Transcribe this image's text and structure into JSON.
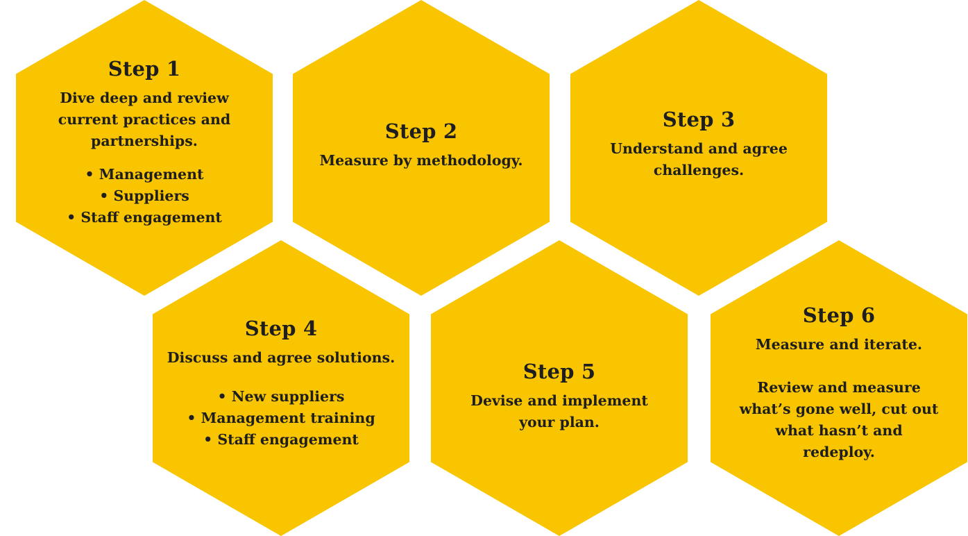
{
  "steps": [
    {
      "title": "Step 1",
      "lines": [
        "Dive deep and review",
        "current practices and",
        "partnerships."
      ],
      "bullets": [
        "Management",
        "Suppliers",
        "Staff engagement"
      ]
    },
    {
      "title": "Step 2",
      "lines": [
        "Measure by methodology."
      ]
    },
    {
      "title": "Step 3",
      "lines": [
        "Understand and agree",
        "challenges."
      ]
    },
    {
      "title": "Step 4",
      "lines": [
        "Discuss and agree solutions."
      ],
      "bullets": [
        "New suppliers",
        "Management training",
        "Staff engagement"
      ]
    },
    {
      "title": "Step 5",
      "lines": [
        "Devise and implement",
        "your plan."
      ]
    },
    {
      "title": "Step 6",
      "lines": [
        "Measure and iterate."
      ],
      "lines2": [
        "Review and measure",
        "what’s gone well, cut out",
        "what hasn’t and",
        "redeploy."
      ]
    }
  ],
  "colors": {
    "hexagon_fill": "#f9c400",
    "text": "#1e1e1e",
    "background": "#ffffff"
  }
}
